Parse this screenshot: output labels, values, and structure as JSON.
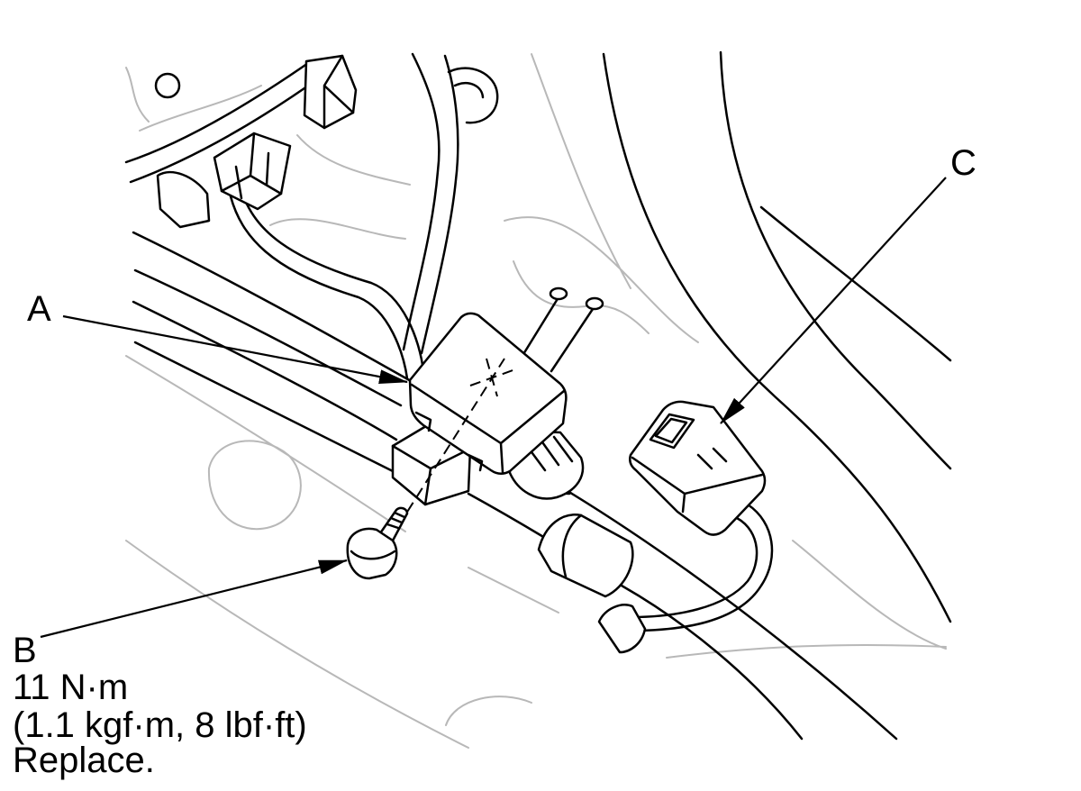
{
  "labels": {
    "a": "A",
    "b": "B",
    "c": "C"
  },
  "fastener_b": {
    "torque": "11 N·m",
    "torque_alt": "(1.1 kgf·m, 8 lbf·ft)",
    "note": "Replace."
  },
  "colors": {
    "line": "#000000",
    "background_line": "#b8b8b8",
    "background": "#ffffff"
  }
}
